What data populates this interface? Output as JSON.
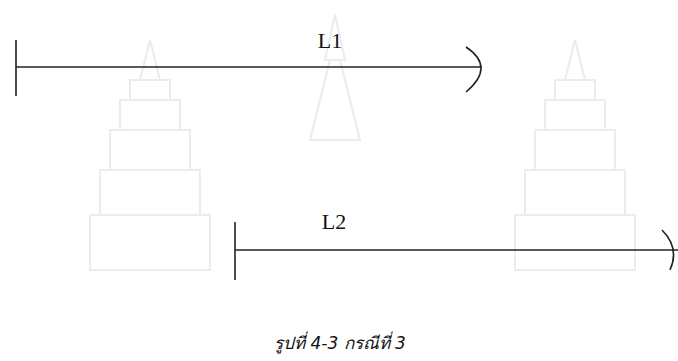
{
  "diagram": {
    "caption": "รูปที่ 4-3 กรณีที่ 3",
    "labels": [
      "L1",
      "L2"
    ]
  }
}
